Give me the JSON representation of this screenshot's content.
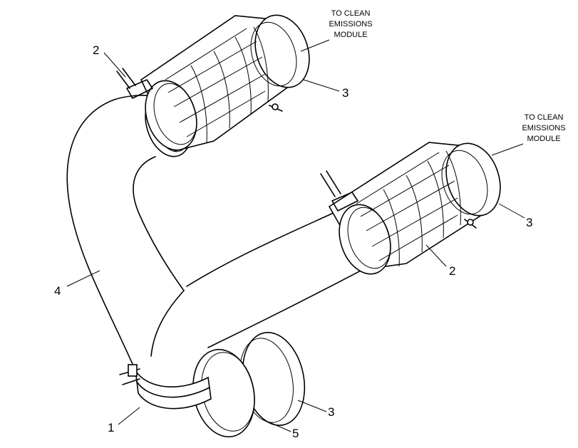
{
  "notes": {
    "top": [
      "TO CLEAN",
      "EMISSIONS",
      "MODULE"
    ],
    "right": [
      "TO CLEAN",
      "EMISSIONS",
      "MODULE"
    ]
  },
  "callouts": {
    "c1": "1",
    "c2_top": "2",
    "c2_right": "2",
    "c3_top": "3",
    "c3_right": "3",
    "c3_bottom": "3",
    "c4": "4",
    "c5": "5"
  }
}
